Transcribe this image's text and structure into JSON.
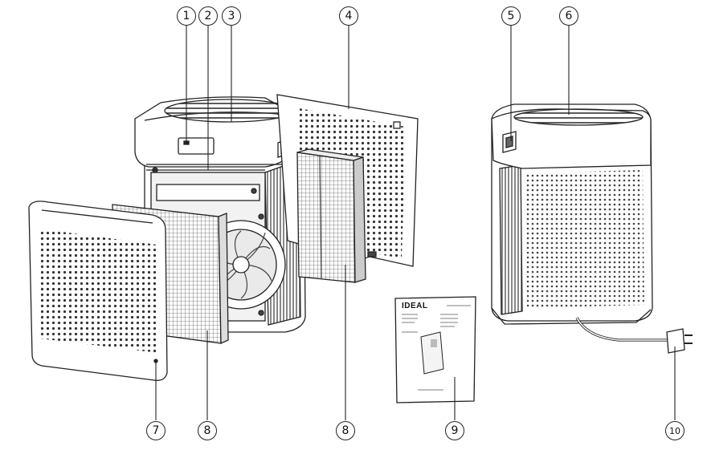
{
  "diagram": {
    "callouts": [
      {
        "id": "c1",
        "label": "1"
      },
      {
        "id": "c2",
        "label": "2"
      },
      {
        "id": "c3",
        "label": "3"
      },
      {
        "id": "c4",
        "label": "4"
      },
      {
        "id": "c5",
        "label": "5"
      },
      {
        "id": "c6",
        "label": "6"
      },
      {
        "id": "c7",
        "label": "7"
      },
      {
        "id": "c8a",
        "label": "8"
      },
      {
        "id": "c8b",
        "label": "8"
      },
      {
        "id": "c9",
        "label": "9"
      },
      {
        "id": "c10",
        "label": "10"
      }
    ],
    "manual_brand": "IDEAL",
    "colors": {
      "line": "#222222",
      "fill": "#ffffff",
      "shade": "#dcdcdc",
      "dark": "#555555"
    }
  }
}
